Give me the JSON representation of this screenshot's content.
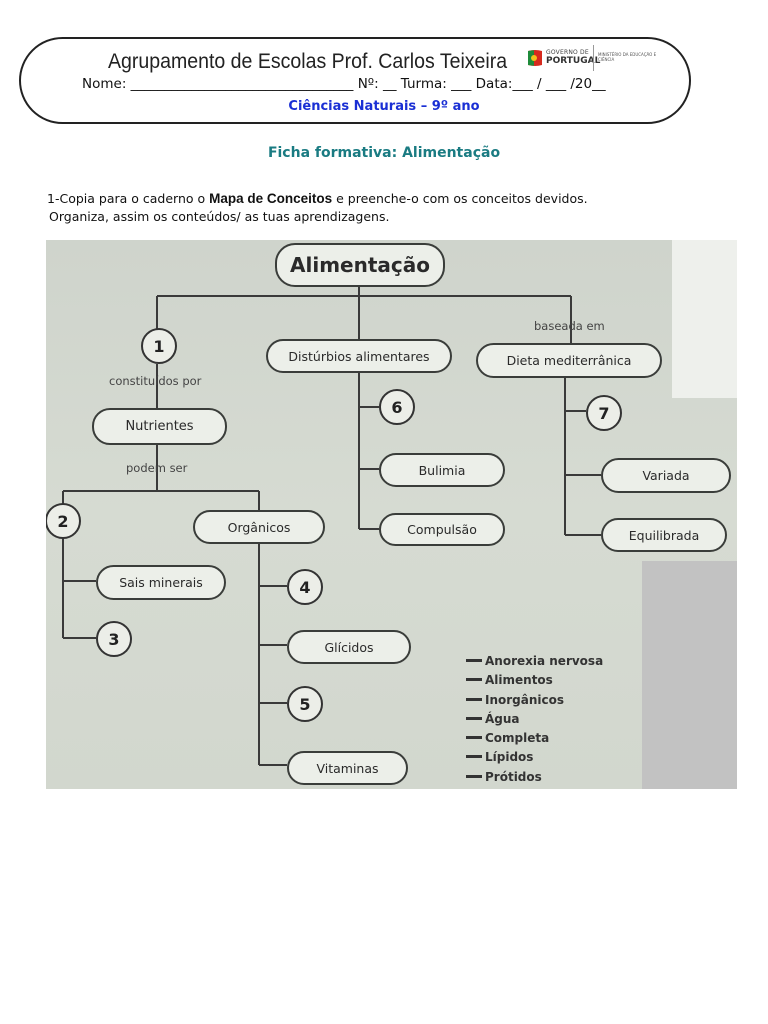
{
  "header": {
    "school_name": "Agrupamento de Escolas Prof. Carlos Teixeira",
    "form_line": "Nome: _________________________________ Nº: __  Turma: ___ Data:___ / ___  /20__",
    "subject": "Ciências Naturais – 9º ano",
    "logo": {
      "line1": "GOVERNO DE",
      "line2": "PORTUGAL",
      "ministry": "MINISTÉRIO DA EDUCAÇÃO E CIÊNCIA"
    }
  },
  "sheet_title": "Ficha formativa: Alimentação",
  "instructions": {
    "line1_before": "1-Copia para o caderno o ",
    "line1_emphasis": "Mapa de Conceitos",
    "line1_after": " e preenche-o com os conceitos devidos.",
    "line2": " Organiza, assim os conteúdos/ as tuas aprendizagens."
  },
  "concept_map": {
    "root": "Alimentação",
    "link_based_on": "baseada em",
    "link_made_of": "constituídos por",
    "link_can_be": "podem ser",
    "nutrients": "Nutrientes",
    "disorders": "Distúrbios alimentares",
    "diet": "Dieta mediterrânica",
    "organic": "Orgânicos",
    "minerals": "Sais minerais",
    "carbs": "Glícidos",
    "vitamins": "Vitaminas",
    "bulimia": "Bulimia",
    "compulsion": "Compulsão",
    "varied": "Variada",
    "balanced": "Equilibrada",
    "blanks": [
      "1",
      "2",
      "3",
      "4",
      "5",
      "6",
      "7"
    ],
    "word_bank": [
      "Anorexia nervosa",
      "Alimentos",
      "Inorgânicos",
      "Água",
      "Completa",
      "Lípidos",
      "Prótidos"
    ]
  },
  "colors": {
    "subject": "#1a2fd4",
    "sheet_title": "#1a7b82",
    "photo_background": "#d3d8cf"
  }
}
